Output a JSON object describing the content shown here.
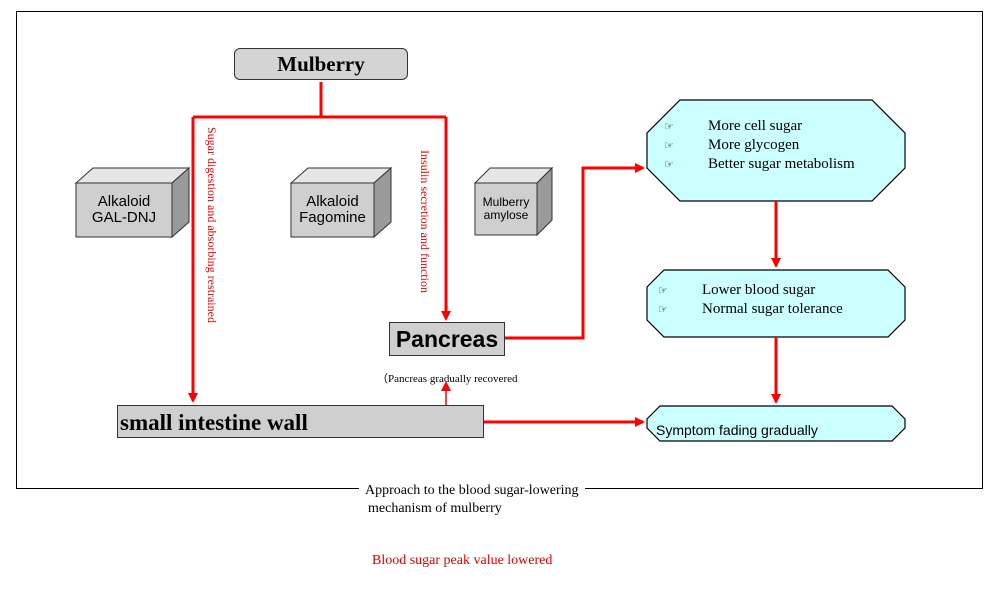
{
  "diagram": {
    "source": "Mulberry",
    "components": [
      {
        "label_lines": [
          "Alkaloid",
          "GAL-DNJ"
        ]
      },
      {
        "label_lines": [
          "Alkaloid",
          "Fagomine"
        ]
      },
      {
        "label_lines": [
          "Mulberry",
          "amylose"
        ]
      }
    ],
    "edge_labels": {
      "left_path": "Sugar digestion and absorbing restrained",
      "middle_path": "Insulin secretion and function",
      "recovery": "（Pancreas gradually recovered"
    },
    "pancreas": "Pancreas",
    "intestine": "small intestine wall",
    "outcome_top": {
      "items": [
        "More cell sugar",
        "More glycogen",
        "Better sugar metabolism"
      ]
    },
    "outcome_middle": {
      "items": [
        "Lower blood sugar",
        "Normal sugar tolerance"
      ]
    },
    "outcome_bottom": "Symptom fading gradually",
    "bullet_glyph": "☞",
    "caption_line1": "Approach to the blood sugar-lowering",
    "caption_line2": "mechanism of mulberry",
    "bottom_note": "Blood sugar peak value lowered",
    "colors": {
      "arrow": "#ff0000",
      "label_red": "#e00000",
      "box_gray": "#cfcfcf",
      "octagon_fill": "#ccffff"
    }
  }
}
